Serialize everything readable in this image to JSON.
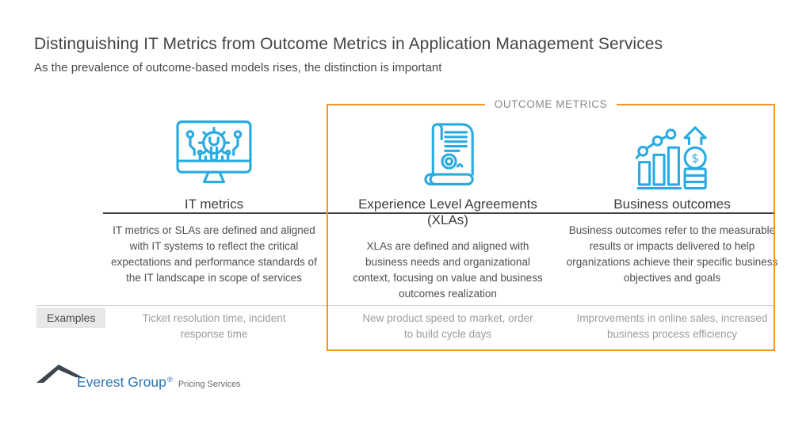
{
  "header": {
    "title": "Distinguishing IT Metrics from Outcome Metrics in Application Management Services",
    "subtitle": "As the prevalence of outcome-based models rises, the distinction is important"
  },
  "outcome_box": {
    "label": "OUTCOME METRICS",
    "border_color": "#F7941E"
  },
  "columns": [
    {
      "icon": "monitor-gear-icon",
      "title": "IT metrics",
      "description": "IT metrics or SLAs are defined and aligned with IT systems to reflect the critical expectations and performance standards of the IT landscape in scope of services",
      "example": "Ticket resolution time, incident response time"
    },
    {
      "icon": "scroll-agreement-icon",
      "title": "Experience Level Agreements (XLAs)",
      "description": "XLAs are defined and aligned with business needs and organizational context, focusing on value and business outcomes realization",
      "example": "New product speed to market, order to build cycle days"
    },
    {
      "icon": "growth-chart-dollar-icon",
      "title": "Business outcomes",
      "description": "Business outcomes refer to the measurable results or impacts delivered to help organizations achieve their specific business objectives and goals",
      "example": "Improvements in online sales, increased business process efficiency"
    }
  ],
  "examples_label": "Examples",
  "icon_glyphs": {
    "dollar_sign": "$"
  },
  "footer": {
    "brand": "Everest Group",
    "registered": "®",
    "tagline": "Pricing Services"
  },
  "colors": {
    "icon_blue": "#29ABE2",
    "accent_orange": "#F7941E",
    "brand_blue": "#2E74B5",
    "text_dark": "#454545",
    "text_gray": "#9C9C9C"
  }
}
